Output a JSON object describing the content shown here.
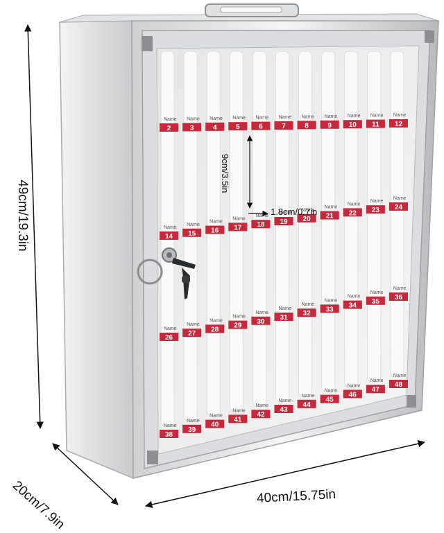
{
  "dimensions": {
    "height": "49cm/19.3in",
    "depth": "20cm/7.9in",
    "width": "40cm/15.75in",
    "slot_height": "9cm/3.5in",
    "slot_width": "1.8cm/0.7in"
  },
  "tag_word": "Name",
  "rows": [
    [
      "2",
      "3",
      "4",
      "5",
      "6",
      "7",
      "8",
      "9",
      "10",
      "11",
      "12"
    ],
    [
      "14",
      "15",
      "16",
      "17",
      "18",
      "19",
      "20",
      "21",
      "22",
      "23",
      "24"
    ],
    [
      "26",
      "27",
      "28",
      "29",
      "30",
      "31",
      "32",
      "33",
      "34",
      "35",
      "36"
    ],
    [
      "38",
      "39",
      "40",
      "41",
      "42",
      "43",
      "44",
      "45",
      "46",
      "47",
      "48"
    ]
  ],
  "colors": {
    "frame": "#d9dadc",
    "frame_dark": "#a9abaf",
    "panel": "#eeeeee",
    "tag_red": "#c8283c",
    "tag_text": "#ffffff",
    "dim_line": "#111111"
  },
  "icons": [
    "handle-icon",
    "lock-icon",
    "key-ring-icon"
  ]
}
